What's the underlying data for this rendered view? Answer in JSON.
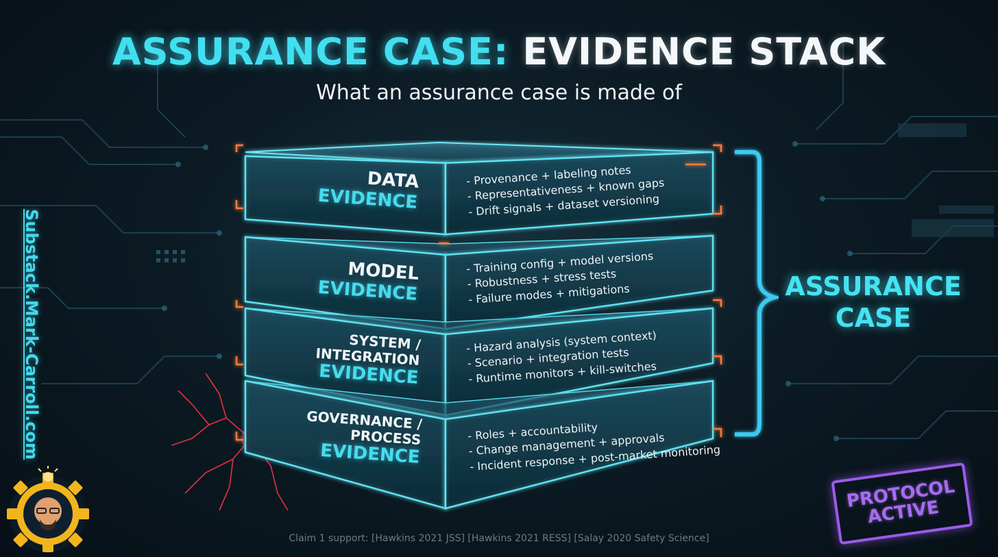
{
  "title": {
    "part1": "ASSURANCE CASE:",
    "part2": "EVIDENCE STACK"
  },
  "subtitle": "What an assurance case is made of",
  "layers": [
    {
      "title_line1": "DATA",
      "title_line2": "EVIDENCE",
      "bullets": [
        "Provenance + labeling notes",
        "Representativeness + known gaps",
        "Drift signals + dataset versioning"
      ]
    },
    {
      "title_line1": "MODEL",
      "title_line2": "EVIDENCE",
      "bullets": [
        "Training config + model versions",
        "Robustness + stress tests",
        "Failure modes + mitigations"
      ]
    },
    {
      "title_line1": "SYSTEM / INTEGRATION",
      "title_line2": "EVIDENCE",
      "bullets": [
        "Hazard analysis (system context)",
        "Scenario + integration tests",
        "Runtime monitors + kill-switches"
      ]
    },
    {
      "title_line1": "GOVERNANCE / PROCESS",
      "title_line2": "EVIDENCE",
      "bullets": [
        "Roles + accountability",
        "Change management + approvals",
        "Incident response + post-market monitoring"
      ]
    }
  ],
  "side_label": {
    "line1": "ASSURANCE",
    "line2": "CASE"
  },
  "vertical_url": "Substack.Mark-Carroll.com",
  "stamp": {
    "line1": "PROTOCOL",
    "line2": "ACTIVE"
  },
  "footer": "Claim 1 support: [Hawkins 2021 JSS] [Hawkins 2021 RESS] [Salay 2020 Safety Science]",
  "colors": {
    "accent_cyan": "#46dcee",
    "stamp_purple": "#9b5be8",
    "gear_yellow": "#f2b51e",
    "spark_red": "#ff3344"
  },
  "icons": {
    "logo": "gear-lightbulb-avatar-icon",
    "brace": "curly-brace-icon"
  }
}
